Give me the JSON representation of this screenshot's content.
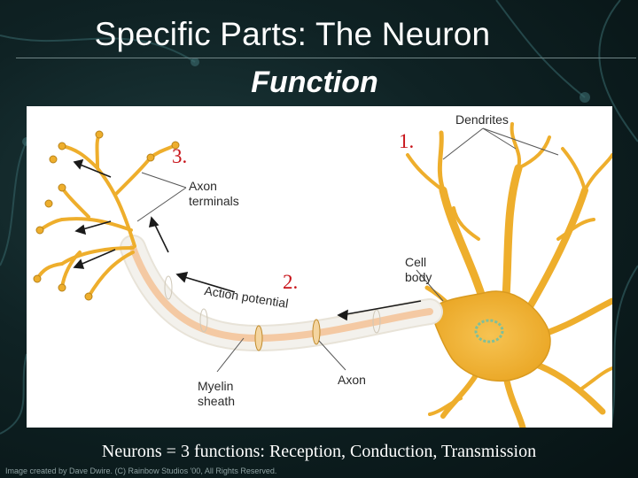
{
  "slide": {
    "title": "Specific Parts: The Neuron",
    "subtitle": "Function",
    "caption": "Neurons = 3 functions: Reception, Conduction, Transmission",
    "credit": "Image created by Dave Dwire. (C) Rainbow Studios '00, All Rights Reserved."
  },
  "diagram": {
    "labels": {
      "dendrites": "Dendrites",
      "axon_terminals_1": "Axon",
      "axon_terminals_2": "terminals",
      "cell_body_1": "Cell",
      "cell_body_2": "body",
      "action_potential": "Action potential",
      "myelin_sheath_1": "Myelin",
      "myelin_sheath_2": "sheath",
      "axon": "Axon"
    },
    "numbers": {
      "n1": "1.",
      "n2": "2.",
      "n3": "3."
    }
  },
  "colors": {
    "neuron_fill": "#eeae2c",
    "neuron_stroke": "#b8831a",
    "myelin_fill": "#f3f1ec",
    "axon_core": "#f4c9a3",
    "number_red": "#c8141a",
    "nucleus": "#7fbf9a"
  }
}
